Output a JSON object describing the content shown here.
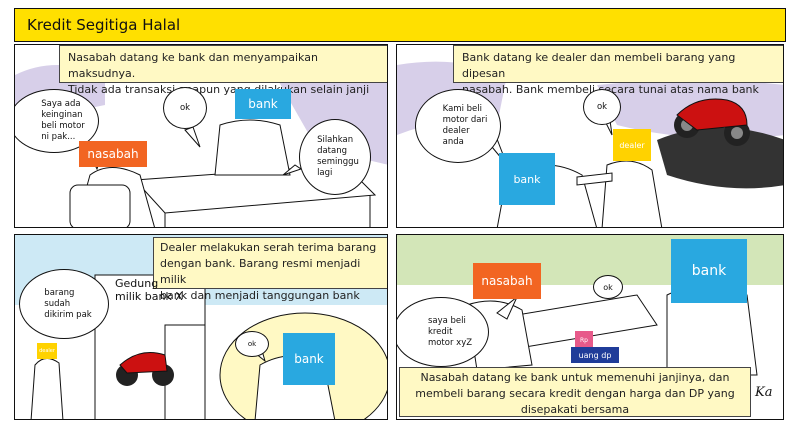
{
  "title": "Kredit Segitiga Halal",
  "panels": [
    {
      "caption": "Nasabah datang ke bank dan menyampaikan maksudnya.\nTidak ada transaksi apapun yang dilakukan selain janji",
      "bubbles": [
        "Saya ada\nkeinginan\nbeli motor\nni pak...",
        "ok",
        "Silahkan\ndatang\nseminggu\nlagi"
      ],
      "tags": {
        "nasabah": "nasabah",
        "bank": "bank"
      }
    },
    {
      "caption": "Bank datang ke dealer dan membeli barang yang dipesan\nnasabah. Bank membeli secara tunai atas nama bank",
      "bubbles": [
        "Kami beli\nmotor dari\ndealer\nanda",
        "ok"
      ],
      "tags": {
        "bank": "bank",
        "dealer": "dealer"
      }
    },
    {
      "caption": "Dealer melakukan serah terima barang\ndengan bank. Barang resmi menjadi milik\nbank dan menjadi tanggungan bank",
      "bubbles": [
        "barang\nsudah\ndikirim pak",
        "ok"
      ],
      "building_sign": "Gedung\nmilik bank X",
      "tags": {
        "dealer": "dealer",
        "bank": "bank"
      }
    },
    {
      "caption": "Nasabah datang ke bank untuk memenuhi janjinya, dan\nmembeli barang secara kredit dengan harga dan DP yang\ndisepakati bersama",
      "bubbles": [
        "saya beli\nkredit\nmotor xyZ",
        "ok"
      ],
      "tags": {
        "nasabah": "nasabah",
        "bank": "bank",
        "uang_dp": "uang dp",
        "rp": "Rp"
      }
    }
  ],
  "signature": "Ka",
  "colors": {
    "title_bg": "#ffe000",
    "caption_bg": "#fff9c4",
    "nasabah": "#f26522",
    "bank": "#29a8e0",
    "dealer": "#ffd200",
    "uang_dp": "#1f3c99",
    "bg_purple": "#d7cfe9",
    "bg_yellow": "#fff3b0",
    "bg_green": "#d3e6b8",
    "bg_blue": "#cde9f5",
    "motor": "#cc1111"
  }
}
